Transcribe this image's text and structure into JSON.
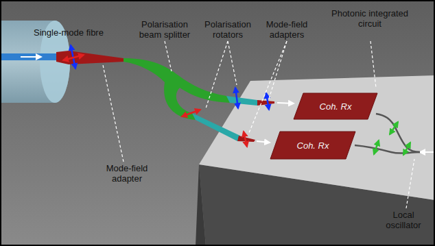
{
  "diagram": {
    "nodes": [
      {
        "text": [
          "Coh. Rx"
        ]
      },
      {
        "text": [
          "Coh. Rx"
        ]
      }
    ],
    "labels": [
      "Single-mode fibre",
      "Polarisation beam splitter",
      "Polarisation rotators",
      "Mode-field adapters",
      "Photonic integrated circuit",
      "Mode-field adapter",
      "Local oscillator"
    ]
  }
}
